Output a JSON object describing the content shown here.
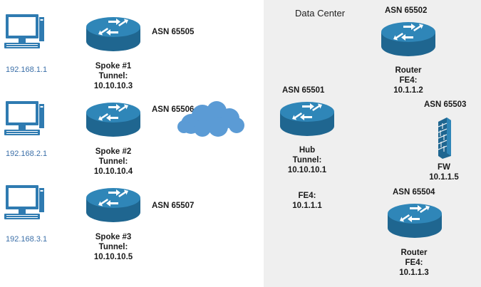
{
  "data_center": {
    "title": "Data Center",
    "background": "#efefef"
  },
  "colors": {
    "router_body": "#1f6690",
    "router_top": "#2f86b8",
    "cloud": "#5b9bd5",
    "firewall": "#1f6690",
    "pc_frame": "#2f7bb1",
    "pc_screen": "#ffffff"
  },
  "hosts": [
    {
      "icon": "desktop-computer-icon",
      "ip": "192.168.1.1"
    },
    {
      "icon": "desktop-computer-icon",
      "ip": "192.168.2.1"
    },
    {
      "icon": "desktop-computer-icon",
      "ip": "192.168.3.1"
    }
  ],
  "spokes": [
    {
      "icon": "router-icon",
      "asn": "ASN 65505",
      "name": "Spoke #1",
      "tunnel_label": "Tunnel:",
      "tunnel_ip": "10.10.10.3"
    },
    {
      "icon": "router-icon",
      "asn": "ASN 65506",
      "name": "Spoke #2",
      "tunnel_label": "Tunnel:",
      "tunnel_ip": "10.10.10.4"
    },
    {
      "icon": "router-icon",
      "asn": "ASN 65507",
      "name": "Spoke #3",
      "tunnel_label": "Tunnel:",
      "tunnel_ip": "10.10.10.5"
    }
  ],
  "cloud": {
    "icon": "cloud-icon"
  },
  "hub": {
    "icon": "router-icon",
    "asn": "ASN 65501",
    "name": "Hub",
    "tunnel_label": "Tunnel:",
    "tunnel_ip": "10.10.10.1",
    "fe_label": "FE4:",
    "fe_ip": "10.1.1.1"
  },
  "router_top": {
    "icon": "router-icon",
    "asn": "ASN 65502",
    "name": "Router",
    "fe_label": "FE4:",
    "fe_ip": "10.1.1.2"
  },
  "firewall": {
    "icon": "firewall-icon",
    "asn": "ASN 65503",
    "name": "FW",
    "ip": "10.1.1.5"
  },
  "router_bottom": {
    "icon": "router-icon",
    "asn": "ASN 65504",
    "name": "Router",
    "fe_label": "FE4:",
    "fe_ip": "10.1.1.3"
  }
}
